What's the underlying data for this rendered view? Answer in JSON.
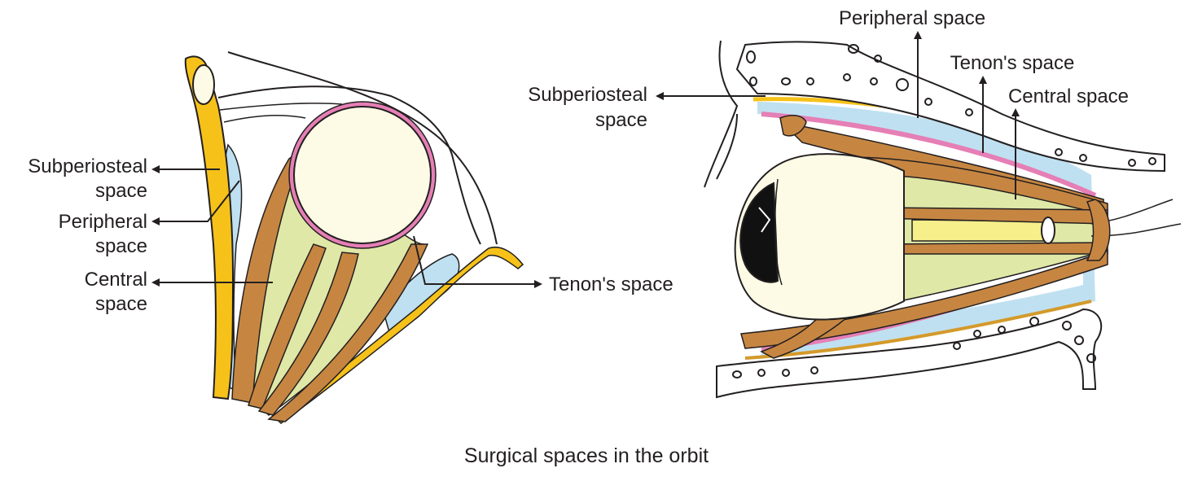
{
  "colors": {
    "bone": "#f6c21a",
    "muscle": "#c68642",
    "central_space": "#dfe8a7",
    "peripheral_space": "#bfe0f1",
    "tenon": "#e57fb5",
    "globe": "#fdfbe6",
    "outline": "#231f20"
  },
  "left_figure": {
    "label_subperiosteal_1": "Subperiosteal",
    "label_subperiosteal_2": "space",
    "label_peripheral_1": "Peripheral",
    "label_peripheral_2": "space",
    "label_central_1": "Central",
    "label_central_2": "space",
    "label_tenon": "Tenon's space"
  },
  "right_figure": {
    "label_peripheral": "Peripheral space",
    "label_tenon": "Tenon's space",
    "label_central": "Central space",
    "label_subperiosteal_1": "Subperiosteal",
    "label_subperiosteal_2": "space"
  },
  "caption": "Surgical spaces in the orbit"
}
